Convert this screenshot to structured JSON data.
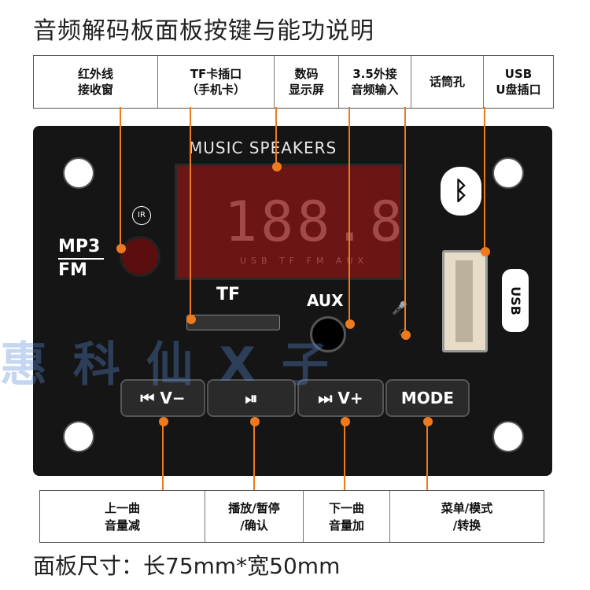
{
  "title": "音频解码板面板按键与能功说明",
  "footer": "面板尺寸：长75mm*宽50mm",
  "top_labels": [
    {
      "line1": "红外线",
      "line2": "接收窗"
    },
    {
      "line1": "TF卡插口",
      "line2": "（手机卡）"
    },
    {
      "line1": "数码",
      "line2": "显示屏"
    },
    {
      "line1": "3.5外接",
      "line2": "音频输入"
    },
    {
      "line1": "话筒孔",
      "line2": ""
    },
    {
      "line1": "USB",
      "line2": "U盘插口"
    }
  ],
  "bottom_labels": [
    {
      "line1": "上一曲",
      "line2": "音量减"
    },
    {
      "line1": "播放/暂停",
      "line2": "/确认"
    },
    {
      "line1": "下一曲",
      "line2": "音量加"
    },
    {
      "line1": "菜单/模式",
      "line2": "/转换"
    }
  ],
  "panel": {
    "brand": "MUSIC SPEAKERS",
    "display_digits": "188.8",
    "display_indicators": "USB TF FM AUX",
    "mode_logo_top": "MP3",
    "mode_logo_bottom": "FM",
    "ir_label": "IR",
    "tf_label": "TF",
    "aux_label": "AUX",
    "usb_logo": "USB",
    "bluetooth_symbol": "ᛒ",
    "mic_symbol": "🎤"
  },
  "buttons": [
    {
      "label": "⏮ V−"
    },
    {
      "label": "⏯"
    },
    {
      "label": "⏭ V+"
    },
    {
      "label": "MODE"
    }
  ],
  "watermark": "惠 科 仙 X 子",
  "accent_color": "#ee7a1d"
}
